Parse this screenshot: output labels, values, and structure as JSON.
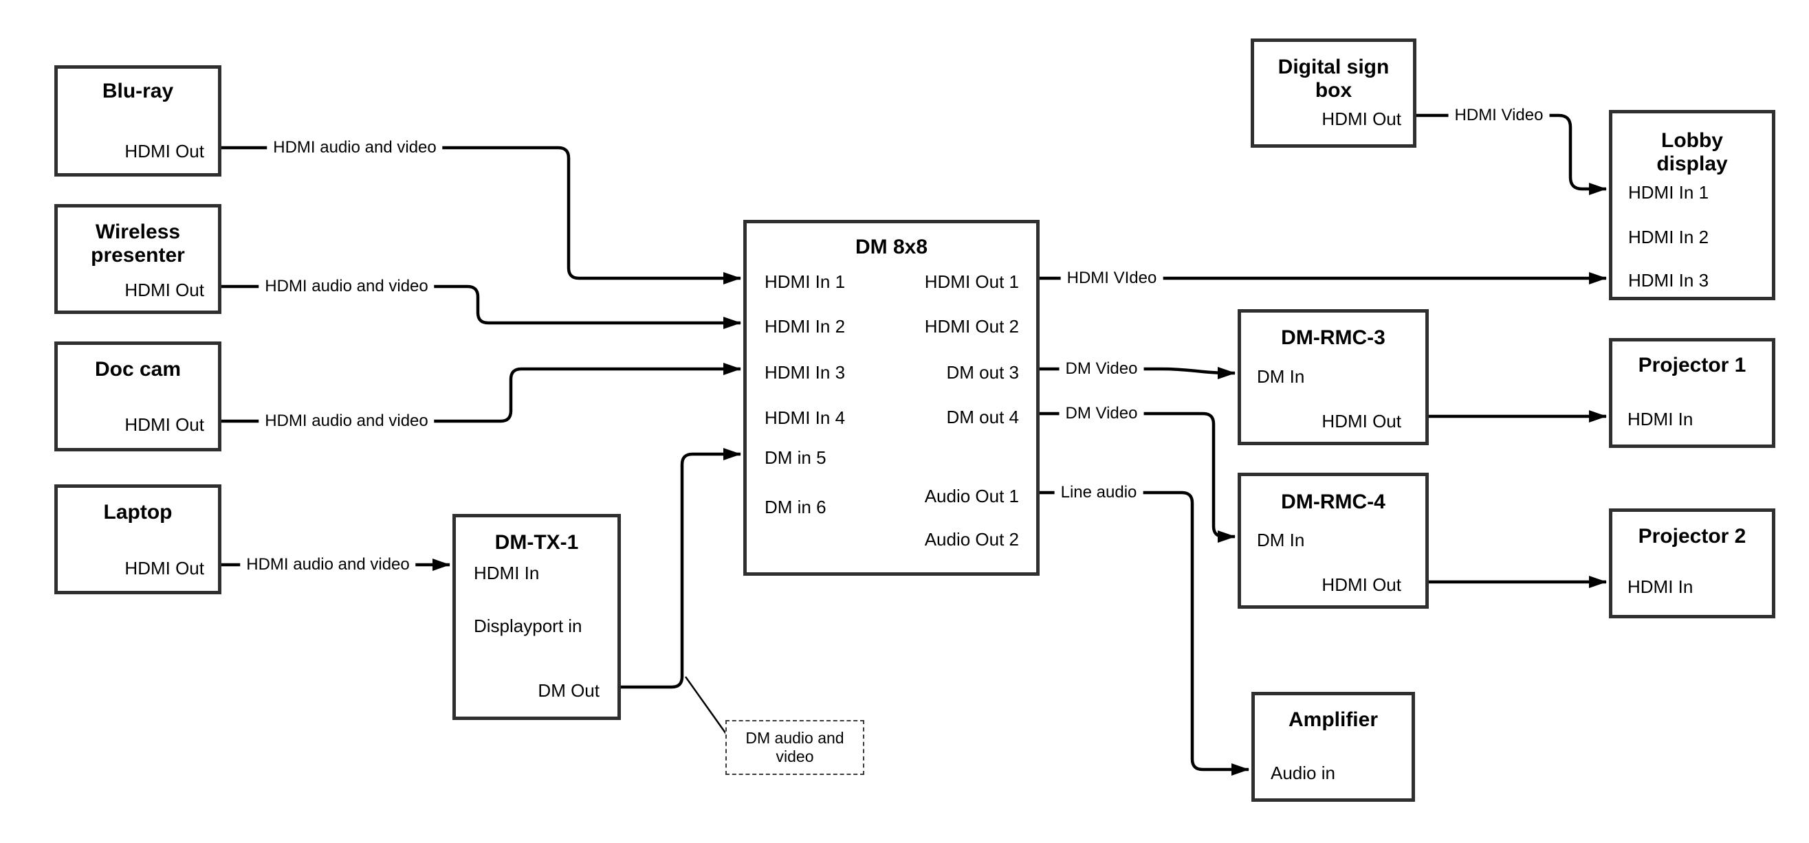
{
  "diagram": {
    "boxes": {
      "bluray": {
        "title": "Blu-ray",
        "port_hdmi_out": "HDMI Out"
      },
      "wireless": {
        "title_line1": "Wireless",
        "title_line2": "presenter",
        "port_hdmi_out": "HDMI Out"
      },
      "doccam": {
        "title": "Doc cam",
        "port_hdmi_out": "HDMI Out"
      },
      "laptop": {
        "title": "Laptop",
        "port_hdmi_out": "HDMI Out"
      },
      "dmtx1": {
        "title": "DM-TX-1",
        "port_hdmi_in": "HDMI In",
        "port_dp_in": "Displayport in",
        "port_dm_out": "DM Out"
      },
      "dm8x8": {
        "title": "DM 8x8",
        "left_ports": [
          "HDMI In 1",
          "HDMI In 2",
          "HDMI In 3",
          "HDMI In 4",
          "DM in 5",
          "DM in 6"
        ],
        "right_ports": [
          "HDMI Out 1",
          "HDMI Out 2",
          "DM out 3",
          "DM out 4",
          "Audio Out 1",
          "Audio Out 2"
        ]
      },
      "digital_sign": {
        "title_line1": "Digital sign",
        "title_line2": "box",
        "port_hdmi_out": "HDMI Out"
      },
      "lobby": {
        "title_line1": "Lobby",
        "title_line2": "display",
        "ports": [
          "HDMI In 1",
          "HDMI In 2",
          "HDMI In 3"
        ]
      },
      "dmrmc3": {
        "title": "DM-RMC-3",
        "port_dm_in": "DM In",
        "port_hdmi_out": "HDMI Out"
      },
      "proj1": {
        "title": "Projector 1",
        "port_hdmi_in": "HDMI In"
      },
      "dmrmc4": {
        "title": "DM-RMC-4",
        "port_dm_in": "DM In",
        "port_hdmi_out": "HDMI Out"
      },
      "proj2": {
        "title": "Projector 2",
        "port_hdmi_in": "HDMI In"
      },
      "amp": {
        "title": "Amplifier",
        "port_audio_in": "Audio in"
      }
    },
    "edge_labels": {
      "bluray_av": "HDMI audio and video",
      "wireless_av": "HDMI audio and video",
      "doccam_av": "HDMI audio and video",
      "laptop_av": "HDMI audio and video",
      "hdmi_video_out1": "HDMI VIdeo",
      "dm_video_3": "DM Video",
      "dm_video_4": "DM Video",
      "line_audio": "Line audio",
      "sign_hdmi_video": "HDMI Video",
      "callout": "DM audio and video"
    },
    "colors": {
      "line": "#000000",
      "box_border": "#2f2f2f",
      "background": "#ffffff"
    }
  }
}
